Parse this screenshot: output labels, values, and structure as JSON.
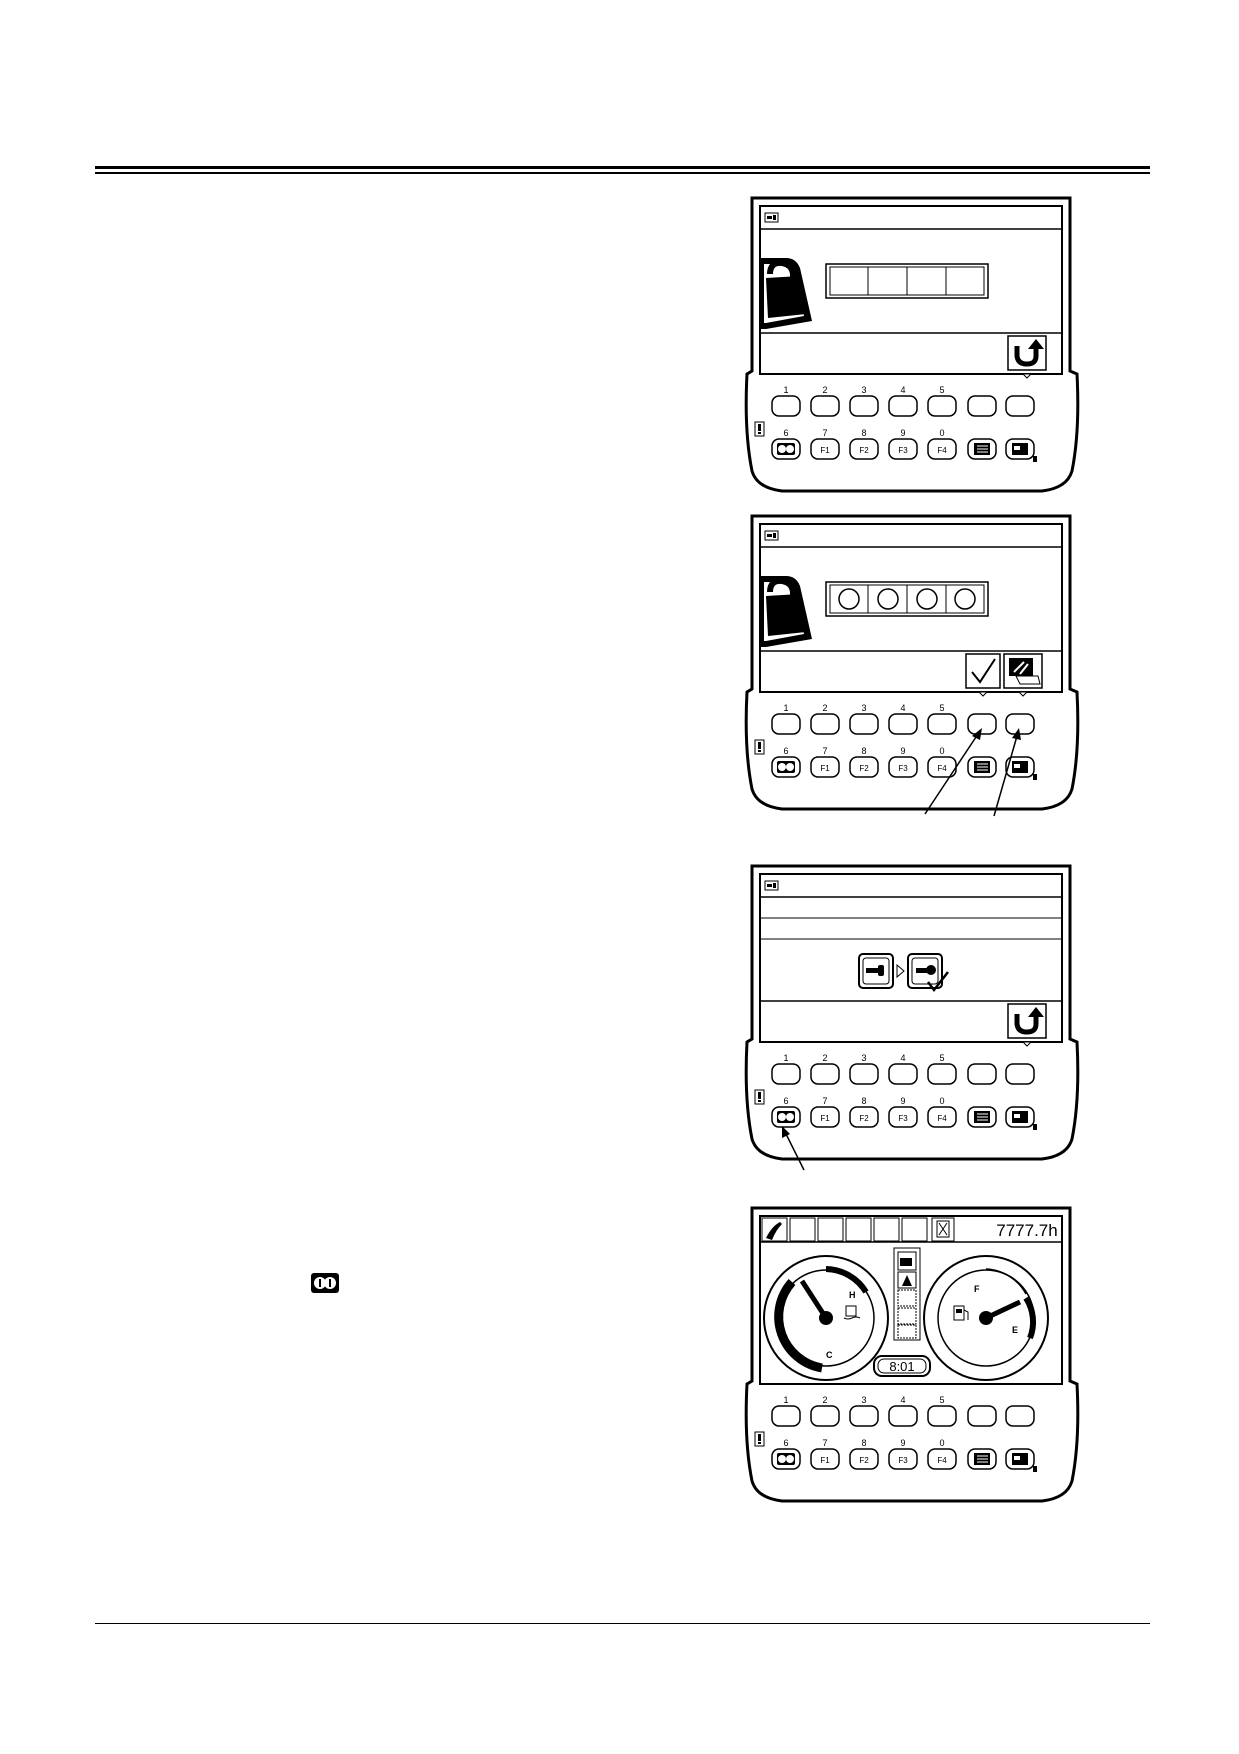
{
  "keypad": {
    "top_numbers": [
      "1",
      "2",
      "3",
      "4",
      "5"
    ],
    "bottom_numbers": [
      "6",
      "7",
      "8",
      "9",
      "0"
    ],
    "function_keys": [
      "F1",
      "F2",
      "F3",
      "F4"
    ]
  },
  "monitor4": {
    "hour_meter": "7777.7h",
    "clock": "8:01",
    "temp_gauge": {
      "high_label": "H",
      "low_label": "C"
    },
    "fuel_gauge": {
      "full_label": "F",
      "empty_label": "E"
    }
  },
  "icons": {
    "lock": "padlock-icon",
    "back": "return-arrow-icon",
    "confirm": "checkmark-icon",
    "clear": "eraser-icon",
    "key_register": "key-register-icon",
    "info": "info-button-icon",
    "menu": "menu-list-icon",
    "camera": "camera-icon",
    "warning": "warning-icon"
  }
}
